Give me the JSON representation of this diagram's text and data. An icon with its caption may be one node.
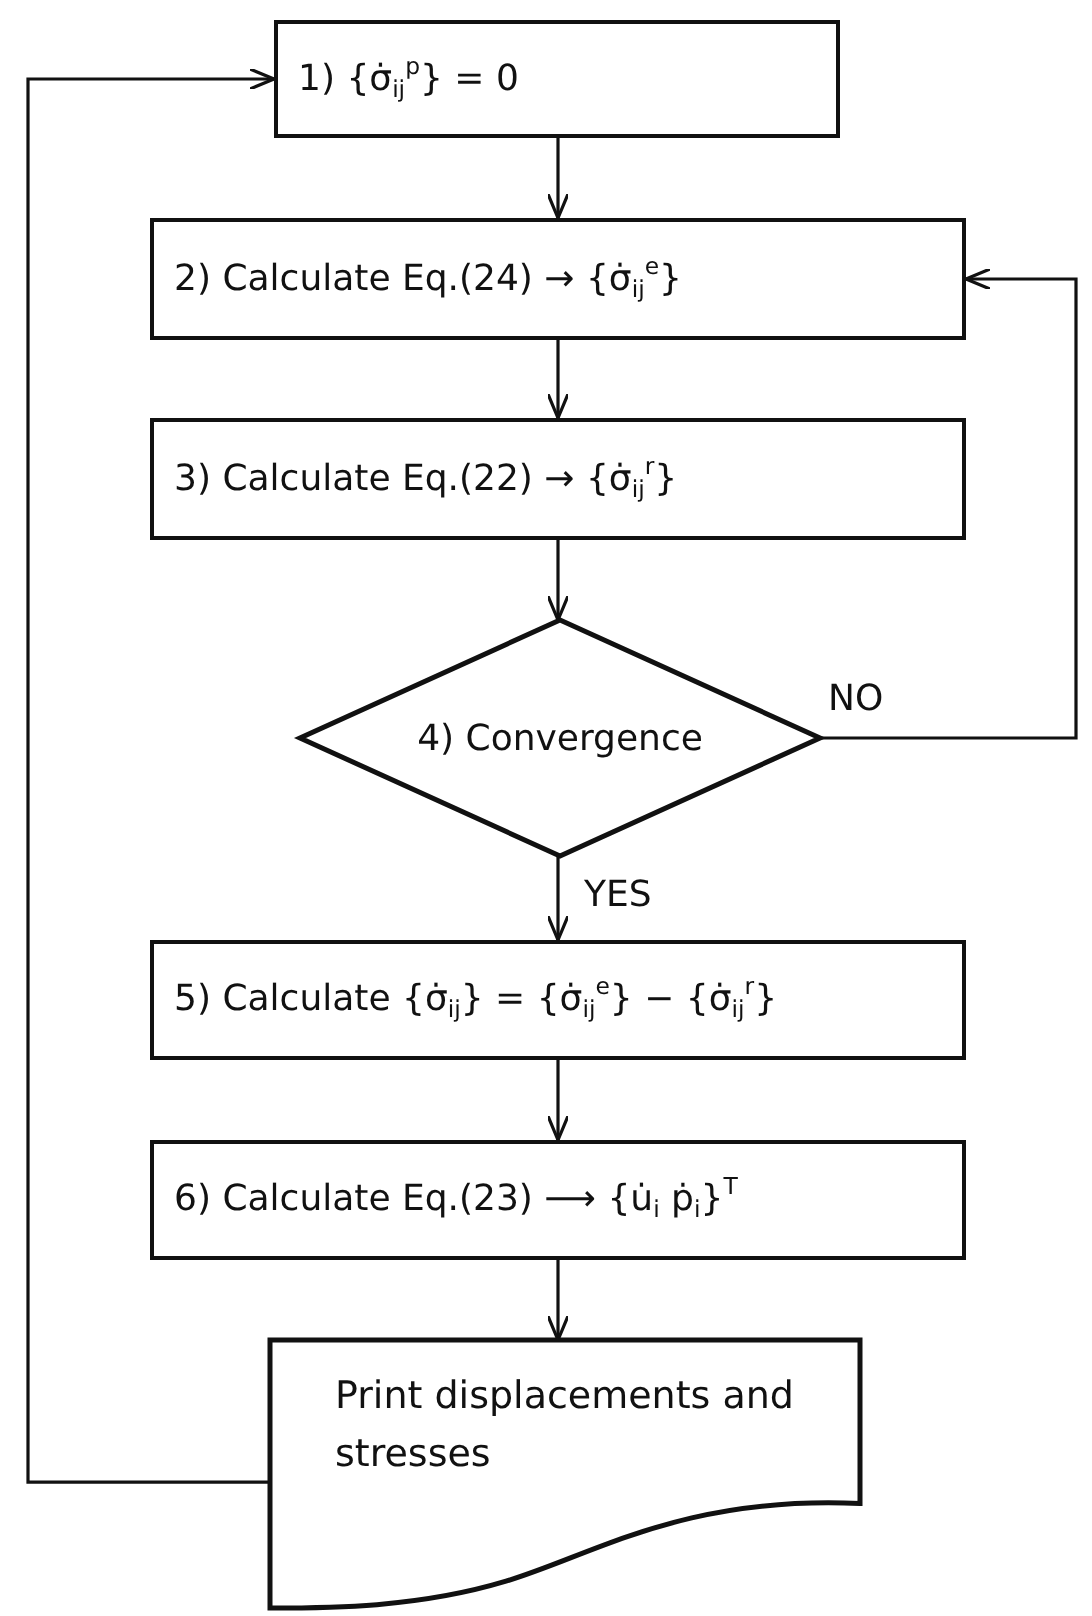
{
  "diagram": {
    "nodes": [
      {
        "text": [
          "1)  {σ̇$_{ij}$$^{p}$} = 0"
        ]
      },
      {
        "text": [
          "2) Calculate Eq.(24) → {σ̇$_{ij}$$^{e}$}"
        ]
      },
      {
        "text": [
          "3) Calculate Eq.(22) → {σ̇$_{ij}$$^{r}$}"
        ]
      },
      {
        "text": [
          "4) Convergence"
        ]
      },
      {
        "text": [
          "5) Calculate {σ̇$_{ij}$} = {σ̇$_{ij}$$^{e}$} − {σ̇$_{ij}$$^{r}$}"
        ]
      },
      {
        "text": [
          "6) Calculate Eq.(23) ⟶ {u̇$_{i}$  ṗ$_{i}$}$^{T}$"
        ]
      },
      {
        "text": [
          "Print displacements and stresses"
        ]
      }
    ],
    "edges": [
      {
        "from": 0,
        "to": 1,
        "arrow": "to"
      },
      {
        "from": 1,
        "to": 2,
        "arrow": "to"
      },
      {
        "from": 2,
        "to": 3,
        "arrow": "to"
      },
      {
        "from": 3,
        "to": 4,
        "arrow": "to",
        "label": "YES"
      },
      {
        "from": 3,
        "to": 1,
        "arrow": "to",
        "label": "NO"
      },
      {
        "from": 4,
        "to": 5,
        "arrow": "to"
      },
      {
        "from": 5,
        "to": 6,
        "arrow": "to"
      },
      {
        "from": 6,
        "to": 0,
        "arrow": "to"
      }
    ]
  }
}
